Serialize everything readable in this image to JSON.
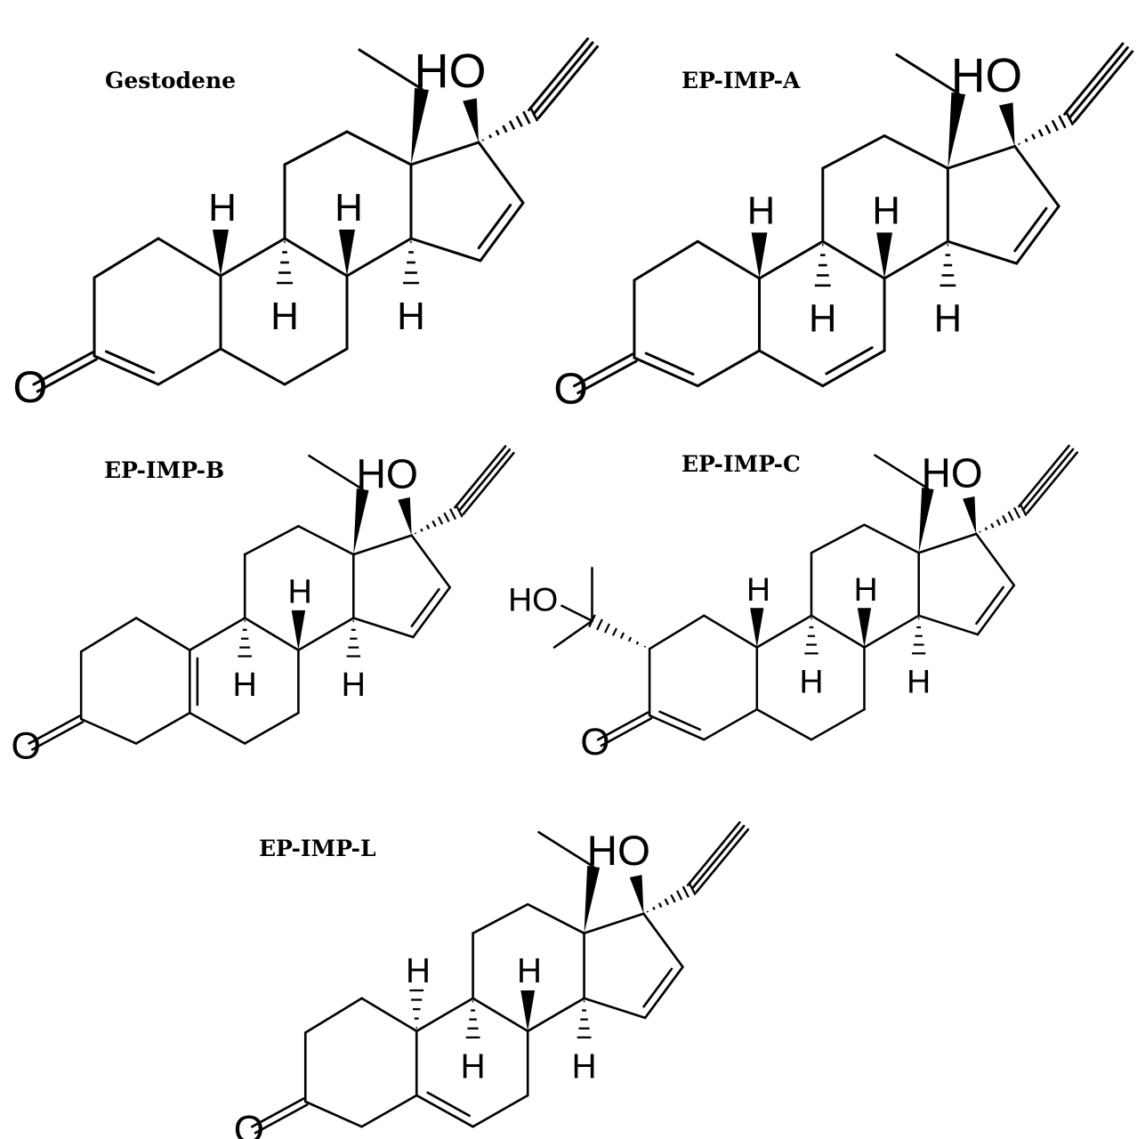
{
  "molecules": [
    {
      "name": "Gestodene",
      "atoms": {
        "ketone_O": "O",
        "hydroxyl": "HO",
        "H": "H"
      }
    },
    {
      "name": "EP-IMP-A",
      "atoms": {
        "ketone_O": "O",
        "hydroxyl": "HO",
        "H": "H"
      }
    },
    {
      "name": "EP-IMP-B",
      "atoms": {
        "ketone_O": "O",
        "hydroxyl": "HO",
        "H": "H"
      }
    },
    {
      "name": "EP-IMP-C",
      "atoms": {
        "ketone_O": "O",
        "hydroxyl": "HO",
        "side_hydroxyl": "HO",
        "H": "H"
      }
    },
    {
      "name": "EP-IMP-L",
      "atoms": {
        "ketone_O": "O",
        "hydroxyl": "HO",
        "H": "H"
      }
    }
  ]
}
